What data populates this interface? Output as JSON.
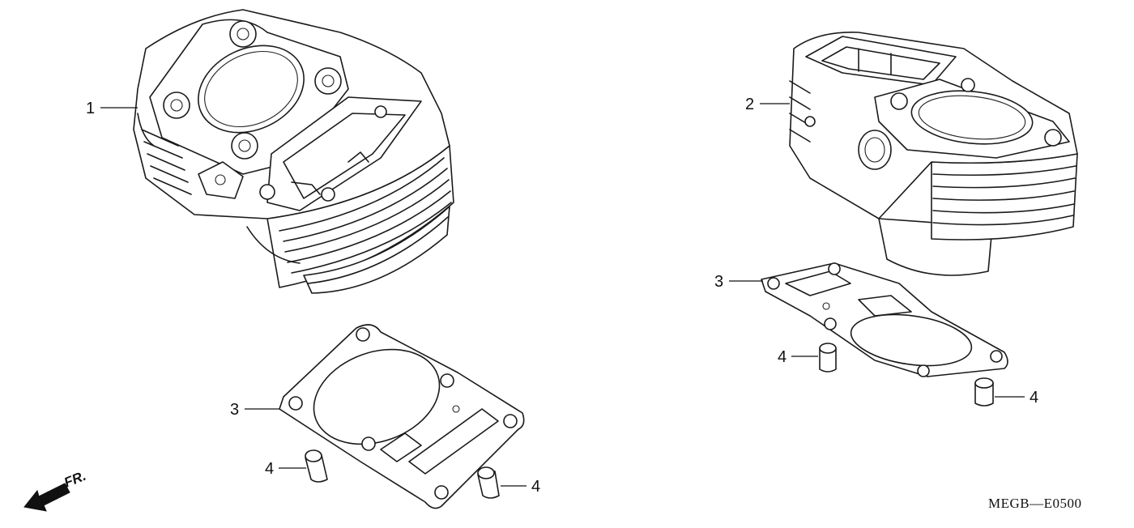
{
  "callouts": {
    "left_cylinder": "1",
    "right_cylinder": "2",
    "left_gasket": "3",
    "right_gasket": "3",
    "left_dowel_a": "4",
    "left_dowel_b": "4",
    "right_dowel_a": "4",
    "right_dowel_b": "4"
  },
  "direction_label": "FR.",
  "diagram_code": "MEGB—E0500",
  "icons": {
    "direction": "front-direction-arrow-icon"
  }
}
